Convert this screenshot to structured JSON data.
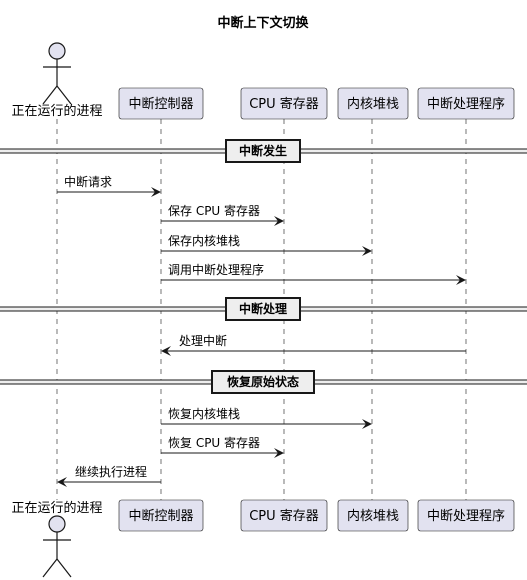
{
  "title": "中断上下文切换",
  "participants": [
    {
      "id": "p0",
      "label": "正在运行的进程",
      "kind": "actor"
    },
    {
      "id": "p1",
      "label": "中断控制器",
      "kind": "box"
    },
    {
      "id": "p2",
      "label": "CPU 寄存器",
      "kind": "box"
    },
    {
      "id": "p3",
      "label": "内核堆栈",
      "kind": "box"
    },
    {
      "id": "p4",
      "label": "中断处理程序",
      "kind": "box"
    }
  ],
  "dividers": [
    {
      "label": "中断发生"
    },
    {
      "label": "中断处理"
    },
    {
      "label": "恢复原始状态"
    }
  ],
  "messages": [
    {
      "from": "p0",
      "to": "p1",
      "label": "中断请求"
    },
    {
      "from": "p1",
      "to": "p2",
      "label": "保存 CPU 寄存器"
    },
    {
      "from": "p1",
      "to": "p3",
      "label": "保存内核堆栈"
    },
    {
      "from": "p1",
      "to": "p4",
      "label": "调用中断处理程序"
    },
    {
      "from": "p4",
      "to": "p1",
      "label": "处理中断"
    },
    {
      "from": "p1",
      "to": "p3",
      "label": "恢复内核堆栈"
    },
    {
      "from": "p1",
      "to": "p2",
      "label": "恢复 CPU 寄存器"
    },
    {
      "from": "p1",
      "to": "p0",
      "label": "继续执行进程"
    }
  ],
  "colors": {
    "participant_fill": "#e2e2f0",
    "participant_border": "#181818",
    "lifeline": "#181818",
    "arrow": "#181818",
    "divider_fill": "#eeeeee"
  }
}
